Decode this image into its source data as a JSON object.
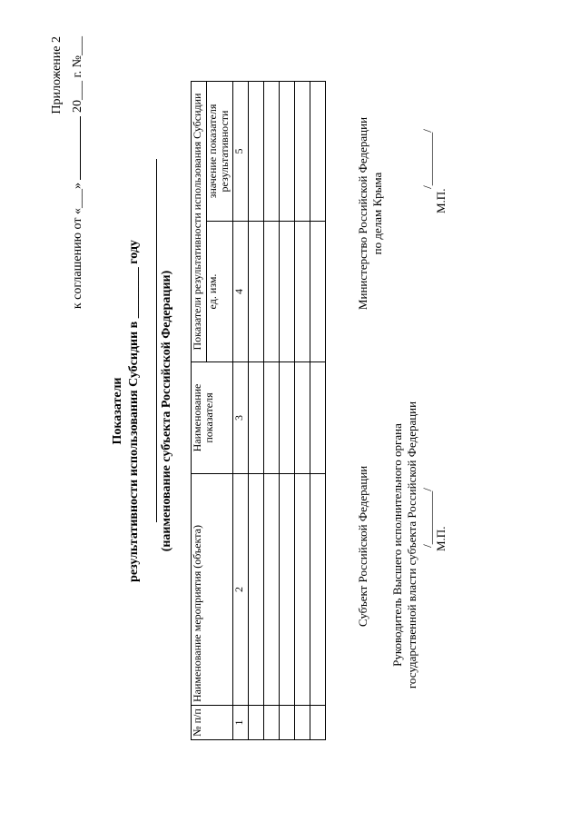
{
  "header": {
    "appendix": "Приложение 2",
    "agreement_prefix": "к соглашению от «___»",
    "agreement_line": "20___ г. №___"
  },
  "title": {
    "line1": "Показатели",
    "line2": "результативности использования Субсидии в ________ году",
    "subject_note": "(наименование субъекта Российской Федерации)"
  },
  "table": {
    "col_num": "№ п/п",
    "col_event": "Наименование мероприятия (объекта)",
    "col_indicator": "Наименование показателя",
    "col_group": "Показатели результативности использования Субсидии",
    "col_unit": "ед. изм.",
    "col_value": "значение показателя результативности",
    "index": [
      "1",
      "2",
      "3",
      "4",
      "5"
    ]
  },
  "signatures": {
    "left_title": "Субъект Российской Федерации",
    "left_role": "Руководитель Высшего исполнительного органа",
    "left_role2": "государственной власти субъекта Российской Федерации",
    "left_sign": "/_________/",
    "left_mp": "М.П.",
    "right_title": "Министерство Российской Федерации",
    "right_title2": "по делам Крыма",
    "right_sign": "/_________/",
    "right_mp": "М.П."
  }
}
